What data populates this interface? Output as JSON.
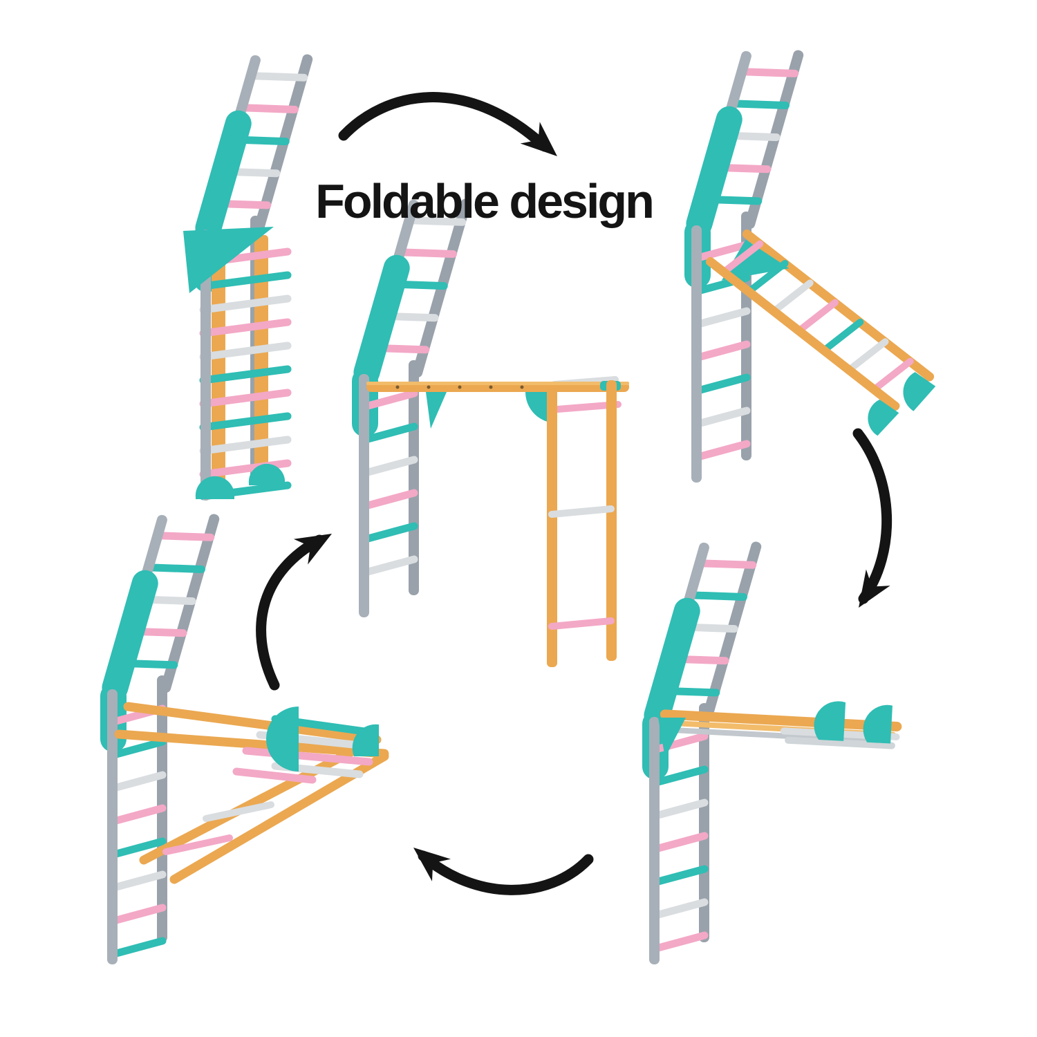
{
  "title": "Foldable design",
  "palette": {
    "background": "#ffffff",
    "rail_gray": "#A7B0B8",
    "rail_gray_dark": "#99A2AB",
    "rung_white": "#D9DDE0",
    "rung_pink": "#F3A8C6",
    "accent_teal": "#2FBDB4",
    "wood": "#EBA851",
    "wood_light": "#F2BC6B",
    "ink_black": "#141414"
  },
  "diagram": {
    "configurations": [
      "wall-bars-folded-flat",
      "wall-bars-ramp-unfolded",
      "wall-bars-monkey-bars-extended",
      "wall-bars-triangle-fold",
      "wall-bars-bar-folded-horizontal"
    ],
    "cycle_arrows": [
      "top",
      "right",
      "bottom",
      "left"
    ]
  }
}
